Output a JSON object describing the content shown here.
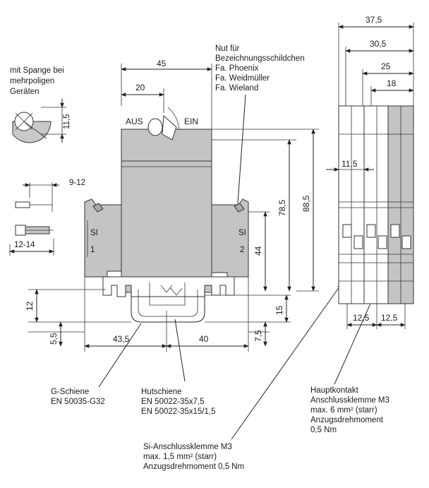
{
  "notes": {
    "spange": [
      "mit Spange bei",
      "mehrpoligen",
      "Geräten"
    ],
    "nut": [
      "Nut für",
      "Bezeichnungsschildchen",
      "Fa. Phoenix",
      "Fa. Weidmüller",
      "Fa. Wieland"
    ],
    "g_schiene": [
      "G-Schiene",
      "EN 50035-G32"
    ],
    "hutschiene": [
      "Hutschiene",
      "EN 50022-35x7,5",
      "EN 50022-35x15/1,5"
    ],
    "si_klemme": [
      "Si-Anschlussklemme M3",
      "max. 1,5 mm² (starr)",
      "Anzugsdrehmoment 0,5 Nm"
    ],
    "hauptkontakt": [
      "Hauptkontakt",
      "Anschlussklemme M3",
      "max. 6 mm² (starr)",
      "Anzugsdrehmoment",
      "0,5 Nm"
    ]
  },
  "labels": {
    "aus": "AUS",
    "ein": "EIN",
    "si": "SI",
    "terminal_1": "1",
    "terminal_2": "2"
  },
  "dims": {
    "d45": "45",
    "d20": "20",
    "d11_5_left": "11,5",
    "d9_12": "9-12",
    "d12_14": "12-14",
    "d78_5": "78,5",
    "d88_5": "88,5",
    "d44": "44",
    "d15": "15",
    "d12": "12",
    "d5_5": "5,5",
    "d43_5": "43,5",
    "d40": "40",
    "d7_5": "7,5",
    "d37_5": "37,5",
    "d30_5": "30,5",
    "d25": "25",
    "d18": "18",
    "d11_5_right": "11,5",
    "d12_5_a": "12,5",
    "d12_5_b": "12,5"
  }
}
